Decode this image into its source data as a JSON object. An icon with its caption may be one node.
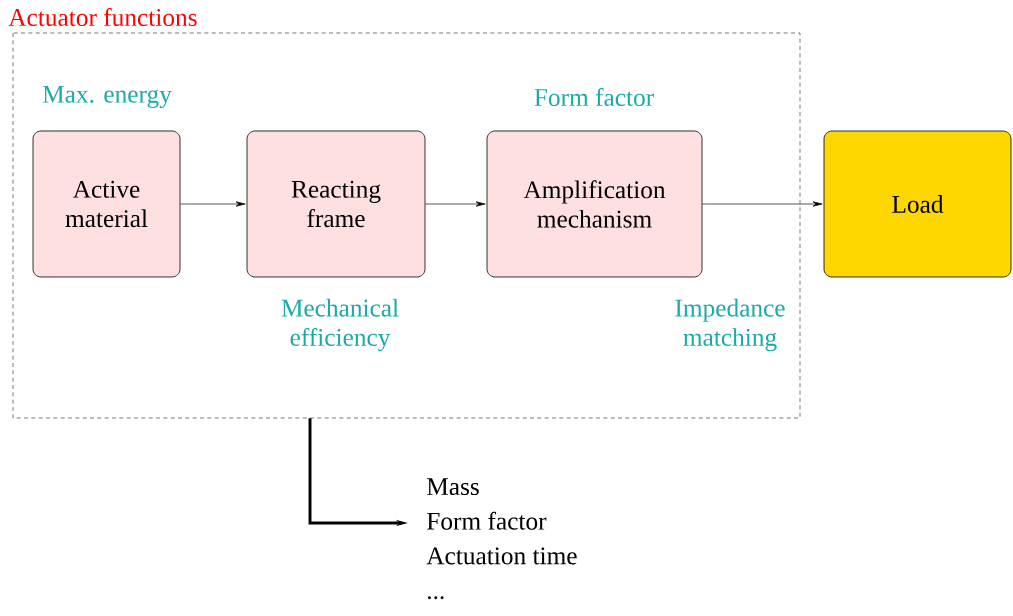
{
  "diagram": {
    "nodes": [
      {
        "text": [
          "Actuator functions"
        ]
      },
      {
        "text": [
          "Active material"
        ],
        "in": 0,
        "beside": [
          "Max. energy"
        ]
      },
      {
        "text": [
          "Reacting frame"
        ],
        "in": 0,
        "beside": [
          "Mechanical efficiency"
        ]
      },
      {
        "text": [
          "Amplification mechanism"
        ],
        "in": 0,
        "beside": [
          "Form factor"
        ]
      },
      {
        "text": [
          "Load"
        ]
      },
      {
        "text": [
          "Mass",
          "Form factor",
          "Actuation time",
          "..."
        ]
      }
    ],
    "edges": [
      {
        "from": 1,
        "to": 2,
        "arrow": "to"
      },
      {
        "from": 2,
        "to": 3,
        "arrow": "to"
      },
      {
        "from": 3,
        "to": 4,
        "arrow": "to"
      },
      {
        "from": 0,
        "to": 5,
        "arrow": "to",
        "style": "thick"
      }
    ],
    "labels": [
      "Impedance matching"
    ]
  }
}
